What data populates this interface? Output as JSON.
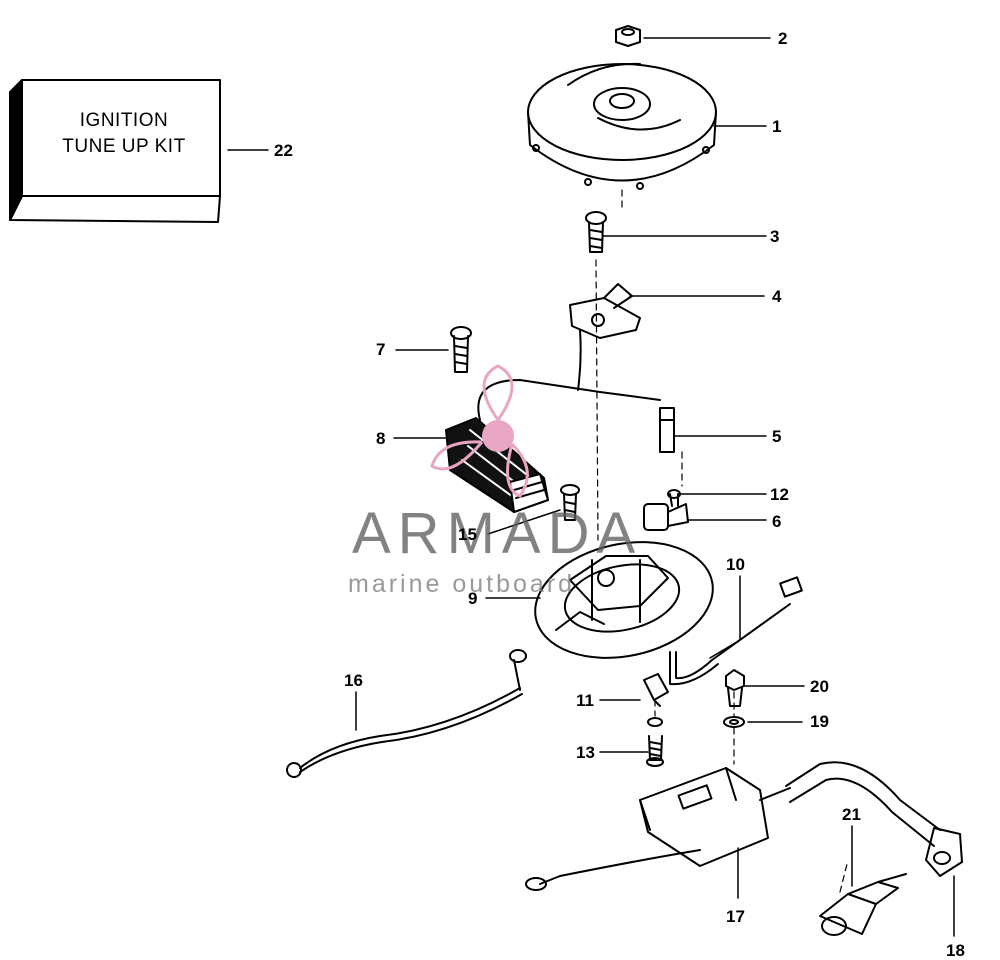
{
  "kit_box": {
    "line1": "IGNITION",
    "line2": "TUNE UP KIT"
  },
  "watermark": {
    "brand": "ARMADA",
    "tagline": "marine outboard"
  },
  "callouts": {
    "c1": "1",
    "c2": "2",
    "c3": "3",
    "c4": "4",
    "c5": "5",
    "c6": "6",
    "c7": "7",
    "c8": "8",
    "c9": "9",
    "c10": "10",
    "c11": "11",
    "c12": "12",
    "c13": "13",
    "c15": "15",
    "c16": "16",
    "c17": "17",
    "c18": "18",
    "c19": "19",
    "c20": "20",
    "c21": "21",
    "c22": "22"
  },
  "colors": {
    "line": "#000000",
    "watermark_pink": "#e9a6c4",
    "watermark_gray": "#5f5f5f"
  }
}
